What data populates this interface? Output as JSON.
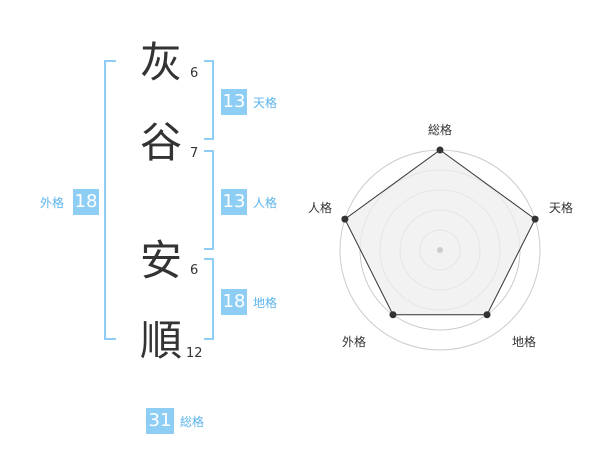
{
  "name": {
    "chars": [
      {
        "char": "灰",
        "strokes": "6"
      },
      {
        "char": "谷",
        "strokes": "7"
      },
      {
        "char": "安",
        "strokes": "6"
      },
      {
        "char": "順",
        "strokes": "12"
      }
    ]
  },
  "fortune": {
    "tenkaku": {
      "value": "13",
      "label": "天格"
    },
    "jinkaku": {
      "value": "13",
      "label": "人格"
    },
    "chikaku": {
      "value": "18",
      "label": "地格"
    },
    "gaikaku": {
      "value": "18",
      "label": "外格"
    },
    "soukaku": {
      "value": "31",
      "label": "総格"
    }
  },
  "radar": {
    "axes": [
      "総格",
      "天格",
      "地格",
      "外格",
      "人格"
    ],
    "levels": 5,
    "values": [
      5,
      5,
      4,
      4,
      5
    ],
    "max": 5
  },
  "colors": {
    "accent": "#8ecef5",
    "accent_text": "#5bb4ec",
    "text": "#333333",
    "grid": "#cccccc",
    "radar_fill": "#eeeeee"
  }
}
